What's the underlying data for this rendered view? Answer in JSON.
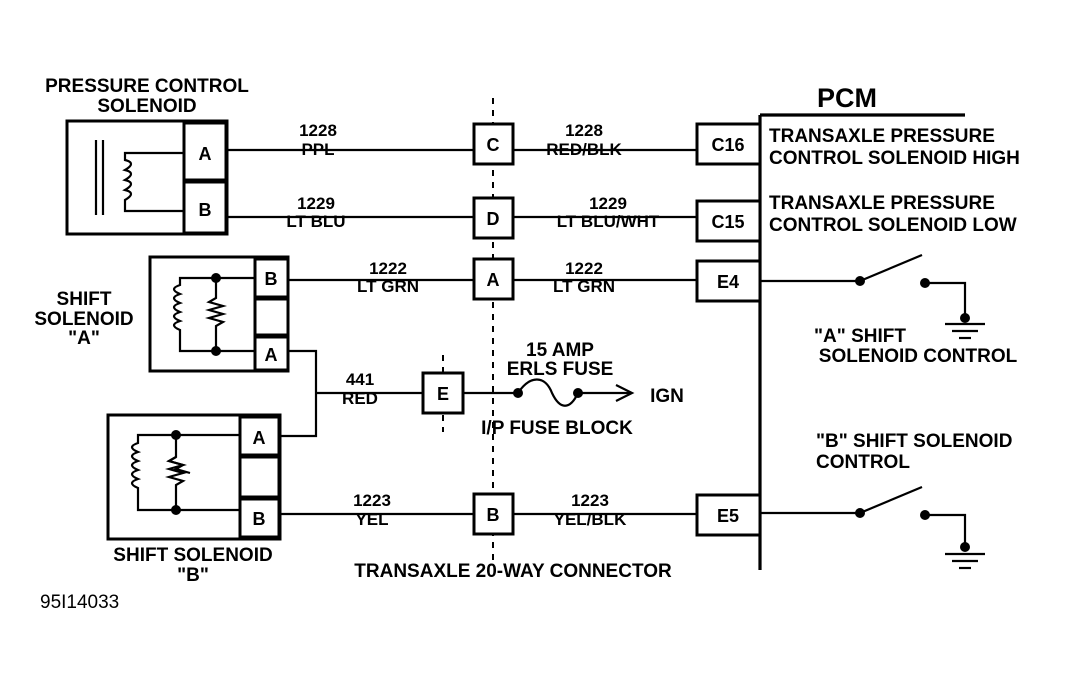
{
  "pressure_control_solenoid": {
    "title_line1": "PRESSURE CONTROL",
    "title_line2": "SOLENOID",
    "pin_a": "A",
    "pin_b": "B"
  },
  "shift_solenoid_a": {
    "title_line1": "SHIFT",
    "title_line2": "SOLENOID",
    "title_line3": "\"A\"",
    "pin_b": "B",
    "pin_a": "A"
  },
  "shift_solenoid_b": {
    "title_line1": "SHIFT SOLENOID",
    "title_line2": "\"B\"",
    "pin_a": "A",
    "pin_b": "B"
  },
  "wires": {
    "w1228_left_num": "1228",
    "w1228_left_color": "PPL",
    "w1228_right_num": "1228",
    "w1228_right_color": "RED/BLK",
    "w1229_left_num": "1229",
    "w1229_left_color": "LT BLU",
    "w1229_right_num": "1229",
    "w1229_right_color": "LT BLU/WHT",
    "w1222_left_num": "1222",
    "w1222_left_color": "LT GRN",
    "w1222_right_num": "1222",
    "w1222_right_color": "LT GRN",
    "w441_num": "441",
    "w441_color": "RED",
    "w1223_left_num": "1223",
    "w1223_left_color": "YEL",
    "w1223_right_num": "1223",
    "w1223_right_color": "YEL/BLK"
  },
  "connector": {
    "pin_c": "C",
    "pin_d": "D",
    "pin_a": "A",
    "pin_e": "E",
    "pin_b": "B",
    "label": "TRANSAXLE 20-WAY CONNECTOR"
  },
  "fuse": {
    "line1": "15 AMP",
    "line2": "ERLS FUSE",
    "block": "I/P FUSE BLOCK",
    "ign": "IGN"
  },
  "pcm": {
    "title": "PCM",
    "c16": "C16",
    "c15": "C15",
    "e4": "E4",
    "e5": "E5",
    "c16_desc1": "TRANSAXLE PRESSURE",
    "c16_desc2": "CONTROL SOLENOID HIGH",
    "c15_desc1": "TRANSAXLE PRESSURE",
    "c15_desc2": "CONTROL SOLENOID LOW",
    "a_ctrl1": "\"A\" SHIFT",
    "a_ctrl2": "SOLENOID CONTROL",
    "b_ctrl1": "\"B\" SHIFT SOLENOID",
    "b_ctrl2": "CONTROL"
  },
  "figure_id": "95I14033"
}
